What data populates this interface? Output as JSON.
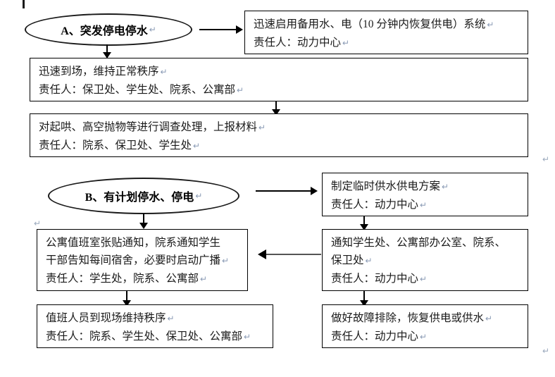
{
  "document": {
    "title": "突发停电停水与有计划停水停电应急处置流程图",
    "language": "zh-CN",
    "paragraph_mark": "↵"
  },
  "sections": {
    "a": {
      "node_label": "A、突发停电停水",
      "steps": [
        {
          "id": "a-immediate-backup",
          "lines": [
            "迅速启用备用水、电（10 分钟内恢复供电）系统",
            "责任人：动力中心"
          ]
        },
        {
          "id": "a-arrive-order",
          "lines": [
            "迅速到场，维持正常秩序",
            "责任人：保卫处、学生处、院系、公寓部"
          ]
        },
        {
          "id": "a-investigate-report",
          "lines": [
            "对起哄、高空抛物等进行调查处理，上报材料",
            "责任人：院系、保卫处、学生处"
          ]
        }
      ]
    },
    "b": {
      "node_label": "B、有计划停水、停电",
      "steps": [
        {
          "id": "b-plan",
          "lines": [
            "制定临时供水供电方案",
            "责任人：动力中心"
          ]
        },
        {
          "id": "b-notify-depts",
          "lines": [
            "通知学生处、公寓部办公室、院系、",
            "保卫处",
            "责任人：动力中心"
          ]
        },
        {
          "id": "b-post-notice",
          "lines": [
            "公寓值班室张贴通知，院系通知学生",
            "干部告知每间宿舍，必要时启动广播",
            "责任人：学生处，院系、公寓部"
          ]
        },
        {
          "id": "b-onsite-order",
          "lines": [
            "值班人员到现场维持秩序",
            "责任人：院系、学生处、保卫处、公寓部"
          ]
        },
        {
          "id": "b-repair-restore",
          "lines": [
            "做好故障排除，恢复供电或供水",
            "责任人：动力中心"
          ]
        }
      ]
    }
  },
  "colors": {
    "stroke": "#000000",
    "text": "#1a1a1a",
    "background": "#ffffff",
    "pilcrow": "#9aa9bd"
  }
}
